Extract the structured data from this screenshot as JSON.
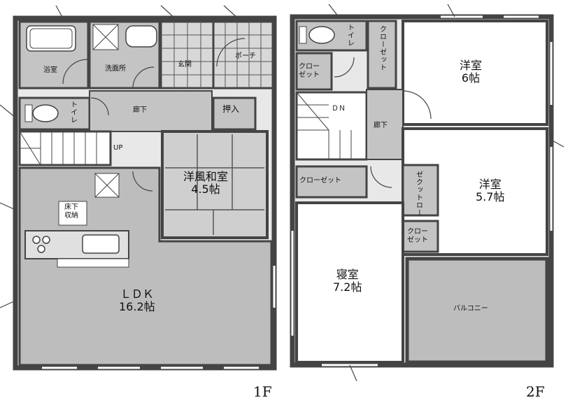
{
  "floor_1": {
    "floor_label": "1F",
    "rooms": {
      "bath": "浴室",
      "washroom": "洗面所",
      "entrance": "玄関",
      "porch": "ポーチ",
      "toilet": "トイレ",
      "hallway": "廊下",
      "closet_oshiire": "押入",
      "up_mark": "UP",
      "washitsu": "洋風和室\n4.5帖",
      "floor_storage": "床下\n収納",
      "ldk": "ＬＤＫ\n16.2帖"
    }
  },
  "floor_2": {
    "floor_label": "2F",
    "rooms": {
      "toilet": "トイレ",
      "closet_top": "クローゼット",
      "closet_small_a": "クロー\nゼット",
      "down_mark": "ＤＮ",
      "hallway": "廊下",
      "western_room_6": "洋室\n6帖",
      "western_room_57": "洋室\n5.7帖",
      "closet_mid": "クローゼット",
      "walk_in_closet": "ゼクットロー",
      "closet_small_b": "クロー\nゼット",
      "bedroom": "寝室\n7.2帖",
      "balcony": "バルコニー"
    }
  },
  "colors": {
    "wall": "#4a4a4a",
    "room_fill": "#bdbdbd",
    "light_fill": "#ffffff",
    "tatami_fill": "#cfcfcf",
    "line": "#333333"
  }
}
